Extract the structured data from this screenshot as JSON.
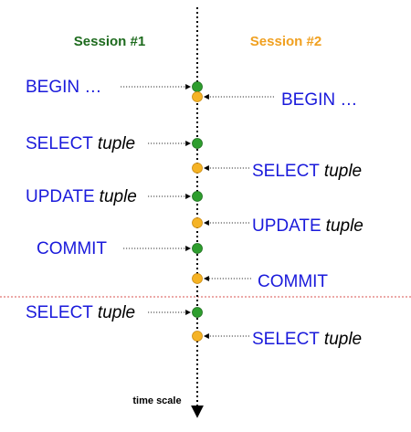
{
  "headers": {
    "session1": {
      "text": "Session #1",
      "color": "#1e6b1e"
    },
    "session2": {
      "text": "Session #2",
      "color": "#f0a020"
    }
  },
  "axis_caption": "time scale",
  "colors": {
    "session1_dot": "#2e9e2e",
    "session2_dot": "#f5b325",
    "divider": "#d9534f"
  },
  "events": [
    {
      "session": 1,
      "cmd": "BEGIN …",
      "obj": ""
    },
    {
      "session": 2,
      "cmd": "BEGIN …",
      "obj": ""
    },
    {
      "session": 1,
      "cmd": "SELECT",
      "obj": "tuple"
    },
    {
      "session": 2,
      "cmd": "SELECT",
      "obj": "tuple"
    },
    {
      "session": 1,
      "cmd": "UPDATE",
      "obj": "tuple"
    },
    {
      "session": 2,
      "cmd": "UPDATE",
      "obj": "tuple"
    },
    {
      "session": 1,
      "cmd": "COMMIT",
      "obj": ""
    },
    {
      "session": 2,
      "cmd": "COMMIT",
      "obj": ""
    },
    {
      "session": 1,
      "cmd": "SELECT",
      "obj": "tuple"
    },
    {
      "session": 2,
      "cmd": "SELECT",
      "obj": "tuple"
    }
  ]
}
